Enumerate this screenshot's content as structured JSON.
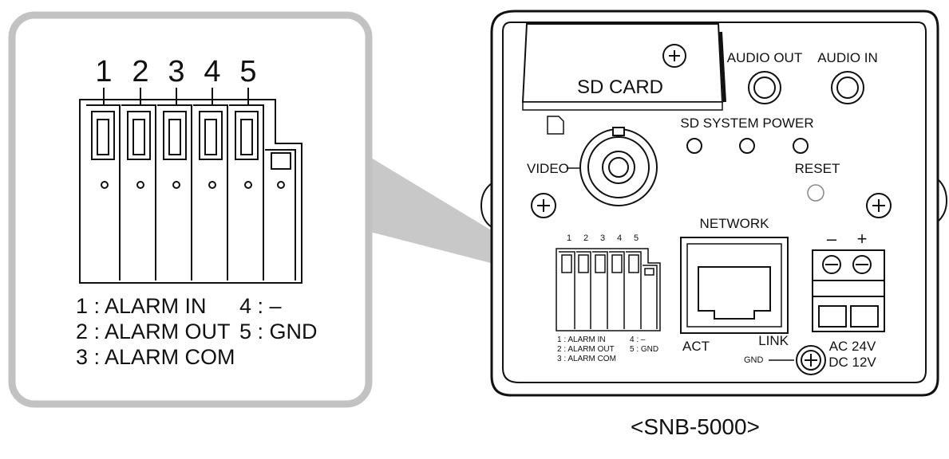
{
  "zoom": {
    "pin_numbers": [
      "1",
      "2",
      "3",
      "4",
      "5"
    ],
    "legend": [
      {
        "text": "1 : ALARM IN"
      },
      {
        "text": "2 : ALARM OUT"
      },
      {
        "text": "3 : ALARM COM"
      },
      {
        "text": "4 : –"
      },
      {
        "text": "5 : GND"
      }
    ]
  },
  "camera": {
    "sd_card": "SD CARD",
    "audio_out": "AUDIO OUT",
    "audio_in": "AUDIO IN",
    "leds_label": "SD SYSTEM POWER",
    "reset": "RESET",
    "video": "VIDEO",
    "network": "NETWORK",
    "act": "ACT",
    "link": "LINK",
    "gnd": "GND",
    "minus": "–",
    "plus": "+",
    "power_ac": "AC 24V",
    "power_dc": "DC 12V",
    "pin_numbers": [
      "1",
      "2",
      "3",
      "4",
      "5"
    ],
    "legend": [
      "1 : ALARM IN",
      "2 : ALARM OUT",
      "3 : ALARM COM",
      "4 : –",
      "5 : GND"
    ]
  },
  "model": "<SNB-5000>"
}
